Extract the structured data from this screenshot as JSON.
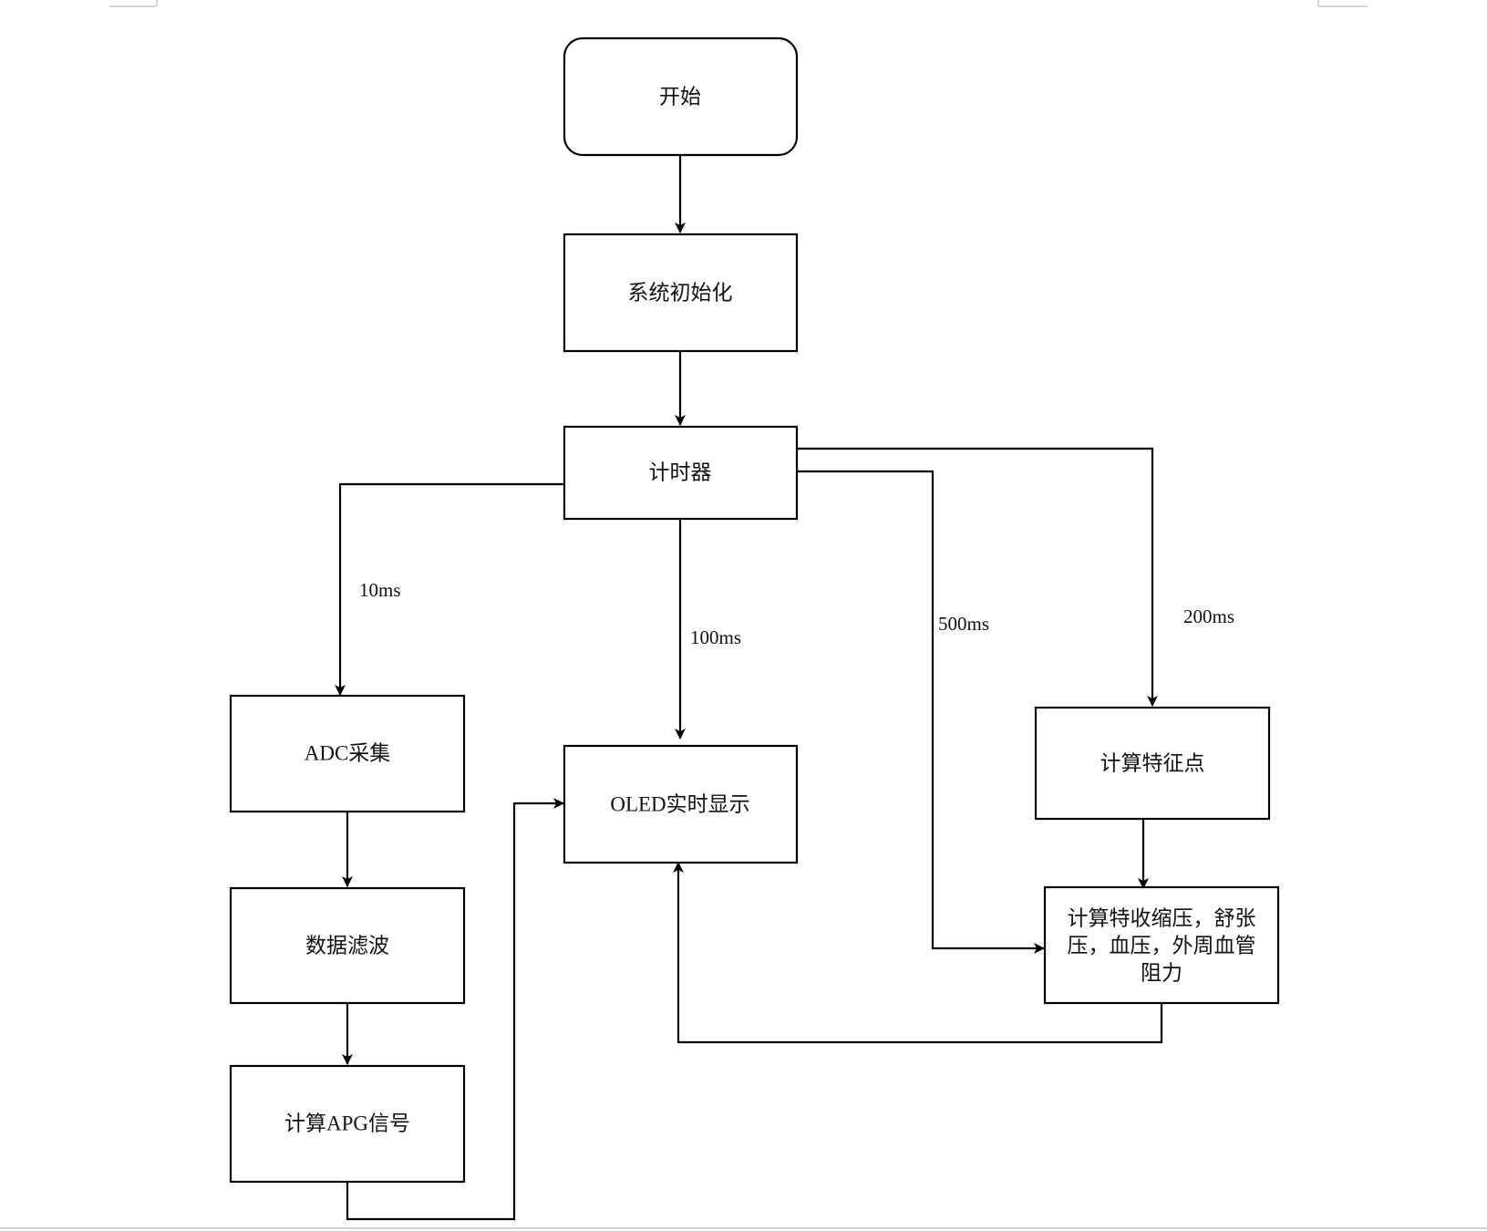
{
  "nodes": {
    "start": "开始",
    "init": "系统初始化",
    "timer": "计时器",
    "adc": "ADC采集",
    "filter": "数据滤波",
    "apg": "计算APG信号",
    "oled": "OLED实时显示",
    "features": "计算特征点",
    "pressure": [
      "计算特收缩压，舒张",
      "压，血压，外周血管",
      "阻力"
    ]
  },
  "edge_labels": {
    "adc_interval": "10ms",
    "oled_interval": "100ms",
    "pressure_interval": "500ms",
    "features_interval": "200ms"
  }
}
